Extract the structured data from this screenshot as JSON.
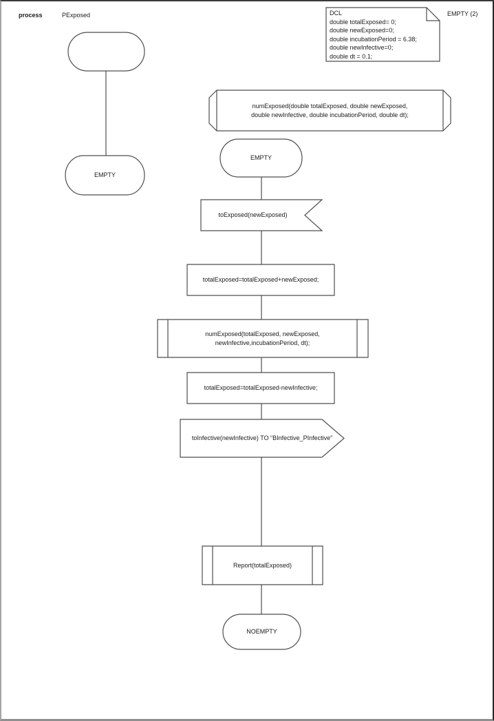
{
  "colors": {
    "background": "#ffffff",
    "shape_stroke": "#4d4d4d",
    "text": "#1a1a1a"
  },
  "header": {
    "kind_label": "process",
    "process_name": "PExposed",
    "corner_label": "EMPTY (2)"
  },
  "declarations": {
    "lines": [
      "DCL",
      "double totalExposed= 0;",
      "double newExposed=0;",
      "double incubationPeriod = 6.38;",
      "double newInfective=0;",
      "double dt = 0.1;"
    ]
  },
  "procedure_declaration": {
    "lines": [
      "numExposed(double totalExposed, double newExposed,",
      "double newInfective, double incubationPeriod, double dt);"
    ]
  },
  "left_branch": {
    "next_state": "EMPTY"
  },
  "flow": {
    "state": "EMPTY",
    "input_signal": "toExposed(newExposed)",
    "task_add": "totalExposed=totalExposed+newExposed;",
    "procedure_call": {
      "lines": [
        "numExposed(totalExposed, newExposed,",
        "newInfective,incubationPeriod, dt);"
      ]
    },
    "task_subtract": "totalExposed=totalExposed-newInfective;",
    "output_signal": "toInfective(newInfective) TO “BInfective_PInfective”",
    "report_call": "Report(totalExposed)",
    "next_state": "NOEMPTY"
  }
}
